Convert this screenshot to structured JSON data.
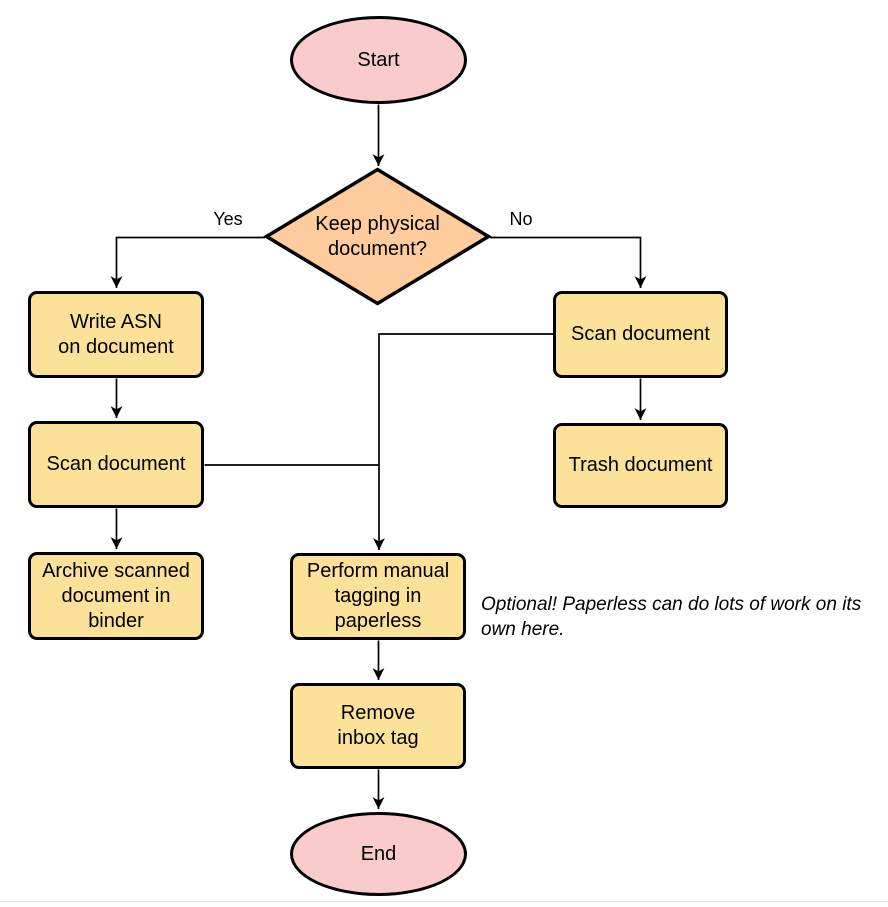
{
  "diagram": {
    "type": "flowchart",
    "nodes": {
      "start": {
        "shape": "terminator",
        "label": "Start"
      },
      "decision": {
        "shape": "decision",
        "label": "Keep physical\ndocument?"
      },
      "write_asn": {
        "shape": "process",
        "label": "Write ASN\non document"
      },
      "scan_left": {
        "shape": "process",
        "label": "Scan document"
      },
      "archive": {
        "shape": "process",
        "label": "Archive scanned\ndocument in\nbinder"
      },
      "scan_right": {
        "shape": "process",
        "label": "Scan document"
      },
      "trash": {
        "shape": "process",
        "label": "Trash document"
      },
      "perform_tagging": {
        "shape": "process",
        "label": "Perform manual\ntagging in\npaperless"
      },
      "remove_inbox": {
        "shape": "process",
        "label": "Remove\ninbox tag"
      },
      "end": {
        "shape": "terminator",
        "label": "End"
      }
    },
    "edge_labels": {
      "yes": "Yes",
      "no": "No"
    },
    "edges": [
      {
        "from": "start",
        "to": "decision"
      },
      {
        "from": "decision",
        "to": "write_asn",
        "label": "Yes"
      },
      {
        "from": "decision",
        "to": "scan_right",
        "label": "No"
      },
      {
        "from": "write_asn",
        "to": "scan_left"
      },
      {
        "from": "scan_left",
        "to": "archive"
      },
      {
        "from": "scan_left",
        "to": "perform_tagging"
      },
      {
        "from": "scan_right",
        "to": "trash"
      },
      {
        "from": "scan_right",
        "to": "perform_tagging"
      },
      {
        "from": "perform_tagging",
        "to": "remove_inbox"
      },
      {
        "from": "remove_inbox",
        "to": "end"
      }
    ],
    "annotation": {
      "text": "Optional! Paperless can do lots of work on its own here."
    },
    "colors": {
      "terminator_fill": "#F9CBCB",
      "decision_fill": "#FFCC9D",
      "process_fill": "#FCE199",
      "stroke": "#000000"
    }
  }
}
